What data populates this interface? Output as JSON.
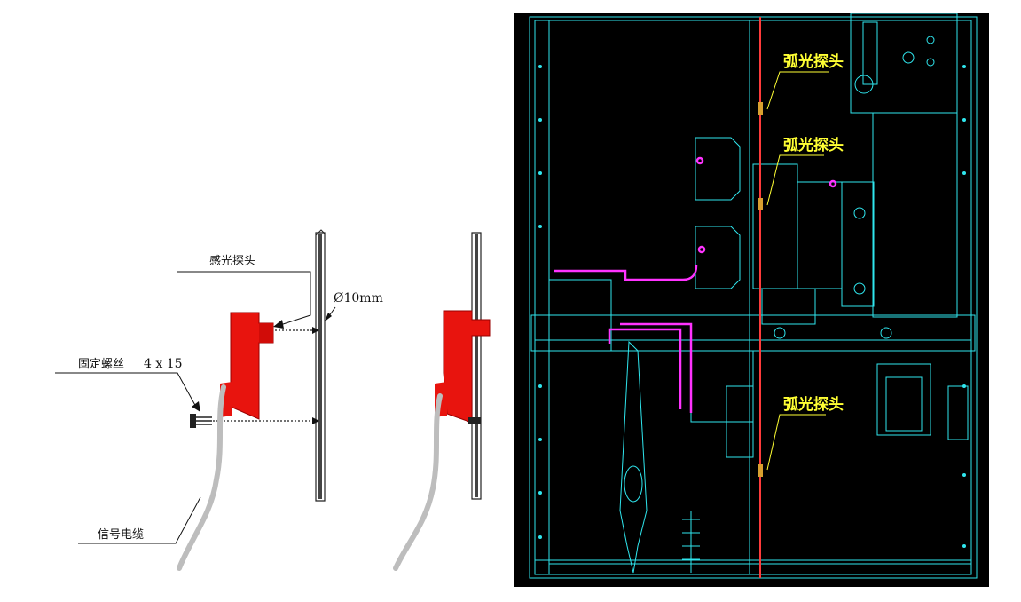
{
  "left_diagram": {
    "label_sensor_probe": "感光探头",
    "label_diameter": "Ø10mm",
    "label_screw": "固定螺丝",
    "label_screw_size": "4 x 15",
    "label_cable": "信号电缆"
  },
  "right_diagram": {
    "probe_labels": [
      "弧光探头",
      "弧光探头",
      "弧光探头"
    ]
  },
  "colors": {
    "sensor_red": "#e8140e",
    "cad_cyan": "#2fe6ee",
    "cad_magenta": "#ff33ff",
    "cad_red_line": "#ff3b3b",
    "label_yellow": "#ffff33"
  }
}
